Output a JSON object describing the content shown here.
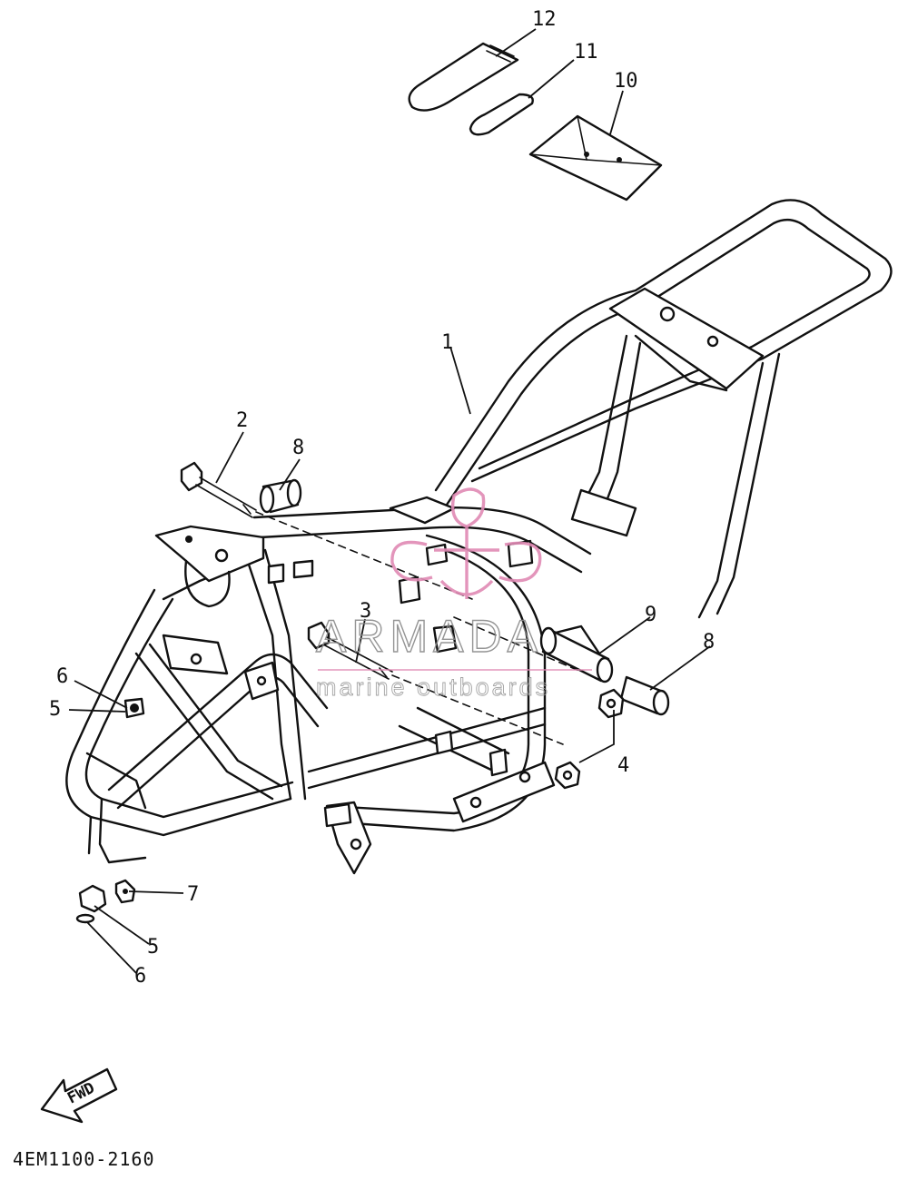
{
  "diagram": {
    "drawing_number": "4EM1100-2160",
    "direction_label": "FWD",
    "watermark": {
      "brand": "ARMADA",
      "tagline": "marine outboards",
      "accent_color": "#e08ab4"
    },
    "callouts": [
      "1",
      "2",
      "3",
      "4",
      "5",
      "5",
      "6",
      "6",
      "7",
      "8",
      "8",
      "9",
      "10",
      "11",
      "12"
    ]
  }
}
